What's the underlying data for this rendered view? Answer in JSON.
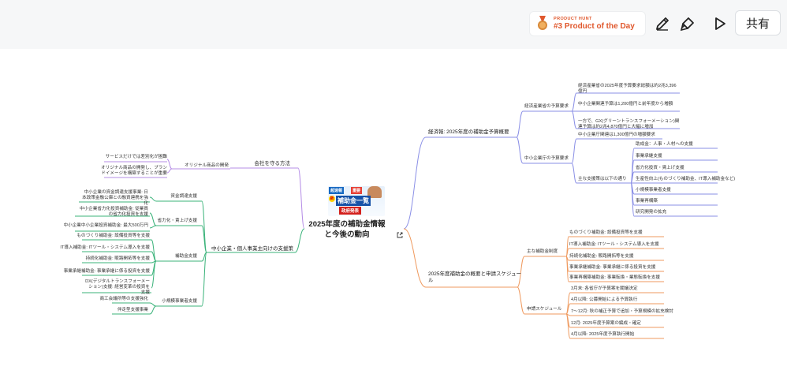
{
  "header": {
    "product_hunt_small": "PRODUCT HUNT",
    "product_hunt_big": "#3 Product of the Day",
    "share_label": "共有"
  },
  "tools": [
    "pen-icon",
    "brush-icon",
    "play-icon"
  ],
  "root": {
    "title_line1": "2025年度の補助金情報",
    "title_line2": "と今後の動向",
    "image": {
      "tag_a": "超速報",
      "tag_b": "重要",
      "badge": "新",
      "headline": "補助金一覧",
      "sub": "政府発表"
    }
  },
  "right_top": {
    "label": "経済報: 2025年度の補助金予算概要",
    "groups": [
      {
        "label": "経済産業省の予算要求",
        "items": [
          "経済産業省の2025年度予算要求総額は約2兆3,396億円",
          "中小企業関連予算は1,200億円と前年度から増額",
          "一方で、GX(グリーントランスフォーメーション)関連予算は約2兆4,870億円と大幅に増加"
        ]
      },
      {
        "label": "中小企業庁の予算要求",
        "items": [
          "中小企業庁関連は1,300億円の増額要求"
        ],
        "sub": {
          "label": "主な支援策は以下の通り",
          "items": [
            "助成金：人事・人材への支援",
            "事業承継支援",
            "省力化投資・賃上げ支援",
            "生産性向上(ものづくり補助金、IT導入補助金など)",
            "小規模事業者支援",
            "事業再構築",
            "研究開発の拡充"
          ]
        }
      }
    ]
  },
  "right_bottom": {
    "label": "2025年度補助金の概要と申請スケジュール",
    "groups": [
      {
        "label": "主な補助金制度",
        "items": [
          "ものづくり補助金: 設備投資等を支援",
          "IT導入補助金: ITツール・システム導入を支援",
          "持続化補助金: 販路開拓等を支援",
          "事業承継補助金: 事業承継に係る投資を支援",
          "事業再構築補助金: 事業転換・業態転換を支援"
        ]
      },
      {
        "label": "申請スケジュール",
        "items": [
          "3月末: 各省庁が予算案を閣議決定",
          "4月以降: 公募開始による予算執行",
          "7〜12月: 秋の補正予算で追加・予算規模の拡充検討",
          "12月: 2025年度予算案の編成・確定",
          "4月以降: 2025年度予算執行開始"
        ]
      }
    ]
  },
  "left_top": {
    "label": "会社を守る方法",
    "groups": [
      {
        "label": "オリジナル商品の開発",
        "items": [
          "サービスだけでは差別化が困難",
          "オリジナル商品の開発し、ブランドイメージを構築することが重要"
        ]
      }
    ]
  },
  "left_bottom": {
    "label": "中小企業・個人事業主向けの支援策",
    "groups": [
      {
        "label": "資金調達支援",
        "items": [
          "中小企業の資金調達支援事業: 日本政策金融公庫との融資連携を強化"
        ]
      },
      {
        "label": "省力化・賃上げ支援",
        "items": [
          "中小企業省力化投資補助金: 従業員の省力化投資を支援",
          "中小企業中小企業投資補助金: 最大500万円"
        ]
      },
      {
        "label": "補助金支援",
        "items": [
          "ものづくり補助金: 設備投資等を支援",
          "IT導入補助金: ITツール・システム導入を支援",
          "持続化補助金: 販路開拓等を支援",
          "事業承継補助金: 事業承継に係る投資を支援",
          "DX(デジタルトランスフォーメーション)支援: 経営変革の投資を支援"
        ]
      },
      {
        "label": "小規模事業者支援",
        "items": [
          "商工会議所等の支援強化",
          "伴走型支援事業"
        ]
      }
    ]
  },
  "colors": {
    "blue_branch": "#8a8fe6",
    "orange_branch": "#ef9a5f",
    "purple_branch": "#b68ee6",
    "green_branch": "#3bb37a",
    "accent": "#e0582d"
  }
}
